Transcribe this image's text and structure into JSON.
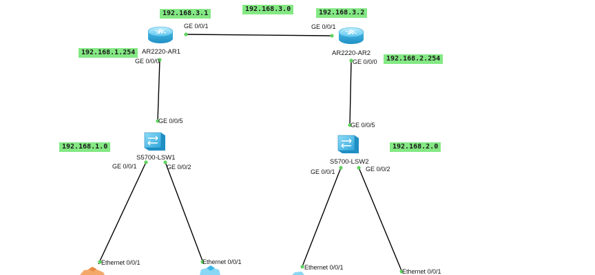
{
  "routers": [
    {
      "name": "AR2220-AR1"
    },
    {
      "name": "AR2220-AR2"
    }
  ],
  "switches": [
    {
      "name": "S5700-LSW1"
    },
    {
      "name": "S5700-LSW2"
    }
  ],
  "networks": {
    "r1_r2_link": "192.168.3.0",
    "ar1_link_ip": "192.168.3.1",
    "ar2_link_ip": "192.168.3.2",
    "ar1_lan_ip": "192.168.1.254",
    "ar2_lan_ip": "192.168.2.254",
    "lsw1_net": "192.168.1.0",
    "lsw2_net": "192.168.2.0"
  },
  "ports": {
    "ar1_ge001": "GE 0/0/1",
    "ar2_ge001": "GE 0/0/1",
    "ar1_ge000": "GE 0/0/0",
    "ar2_ge000": "GE 0/0/0",
    "lsw1_ge005": "GE 0/0/5",
    "lsw2_ge005": "GE 0/0/5",
    "lsw1_ge001": "GE 0/0/1",
    "lsw1_ge002": "GE 0/0/2",
    "lsw2_ge001": "GE 0/0/1",
    "lsw2_ge002": "GE 0/0/2",
    "host1_eth": "Ethernet 0/0/1",
    "host2_eth": "Ethernet 0/0/1",
    "host3_eth": "Ethernet 0/0/1",
    "host4_eth": "Ethernet 0/0/1"
  },
  "colors": {
    "label_bg": "#84e884",
    "port_dot": "#5fd35f",
    "link": "#000000",
    "device_blue": "#3fb8e8"
  }
}
